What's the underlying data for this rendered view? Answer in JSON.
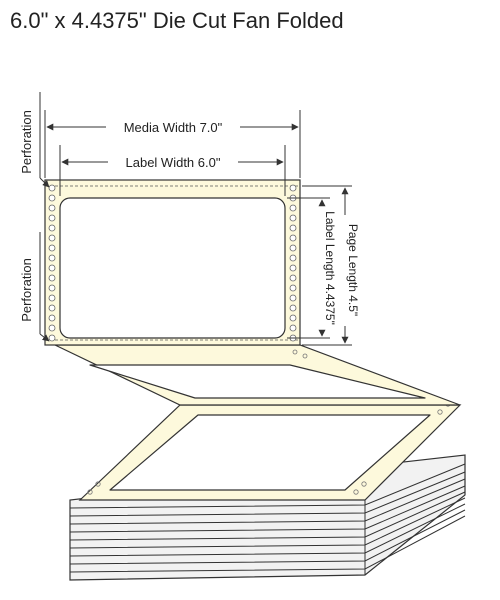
{
  "title": "6.0\" x 4.4375\" Die Cut Fan Folded",
  "labels": {
    "media_width": "Media Width 7.0\"",
    "label_width": "Label Width 6.0\"",
    "page_length": "Page Length 4.5\"",
    "label_length": "Label Length 4.4375\"",
    "perforation_top": "Perforation",
    "perforation_bottom": "Perforation"
  },
  "colors": {
    "liner": "#fdf9dc",
    "label": "#ffffff",
    "stroke": "#333333"
  }
}
